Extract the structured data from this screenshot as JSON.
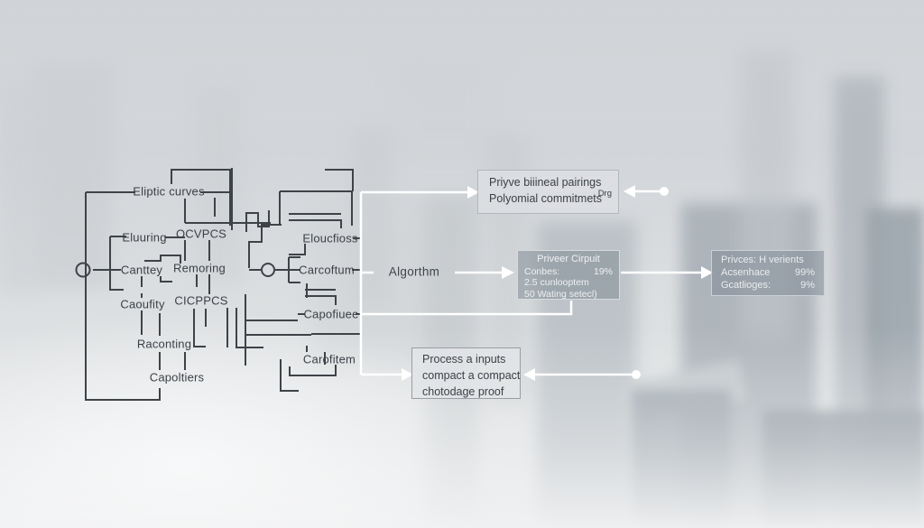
{
  "colors": {
    "diagram_line": "#3e4348",
    "connector_line": "#ffffff",
    "label_text": "#3b4147",
    "dark_box_fill": "rgba(134,144,154,0.58)",
    "light_box_fill": "rgba(221,224,227,0.80)"
  },
  "diagram": {
    "labels": [
      {
        "id": "eliptic-curves",
        "text": "Eliptic curves"
      },
      {
        "id": "eluuring",
        "text": "Eluuring"
      },
      {
        "id": "ocvpcs",
        "text": "OCVPCS"
      },
      {
        "id": "eloucfioss",
        "text": "Eloucfioss"
      },
      {
        "id": "canttey",
        "text": "Canttey"
      },
      {
        "id": "remoring",
        "text": "Remoring"
      },
      {
        "id": "carcoftum",
        "text": "Carcoftum"
      },
      {
        "id": "caoufity",
        "text": "Caoufity"
      },
      {
        "id": "cicppcs",
        "text": "CICPPCS"
      },
      {
        "id": "capofiuee",
        "text": "Capofiuee"
      },
      {
        "id": "raconting",
        "text": "Raconting"
      },
      {
        "id": "carofitem",
        "text": "Carofitem"
      },
      {
        "id": "capoltiers",
        "text": "Capoltiers"
      }
    ]
  },
  "flow": {
    "algorithm_label": "Algorthm",
    "pairings_box": {
      "line1": "Priyve biiineal pairings",
      "tag": "Drg",
      "line2": "Polyomial commitmets"
    },
    "circuit_box": {
      "title": "Priveer Cirpuit",
      "row1_label": "Conbes:",
      "row1_value": "19%",
      "row2": "2.5 cunlooptem",
      "row3": "50 Wating setecl)"
    },
    "proves_box": {
      "title": "Privces: H verients",
      "row1_label": "Acsenhace",
      "row1_value": "99%",
      "row2_label": "Gcatlioges:",
      "row2_value": "9%"
    },
    "process_box": {
      "line1": "Process a inputs",
      "line2": "compact a compact",
      "line3": "chotodage proof"
    }
  }
}
